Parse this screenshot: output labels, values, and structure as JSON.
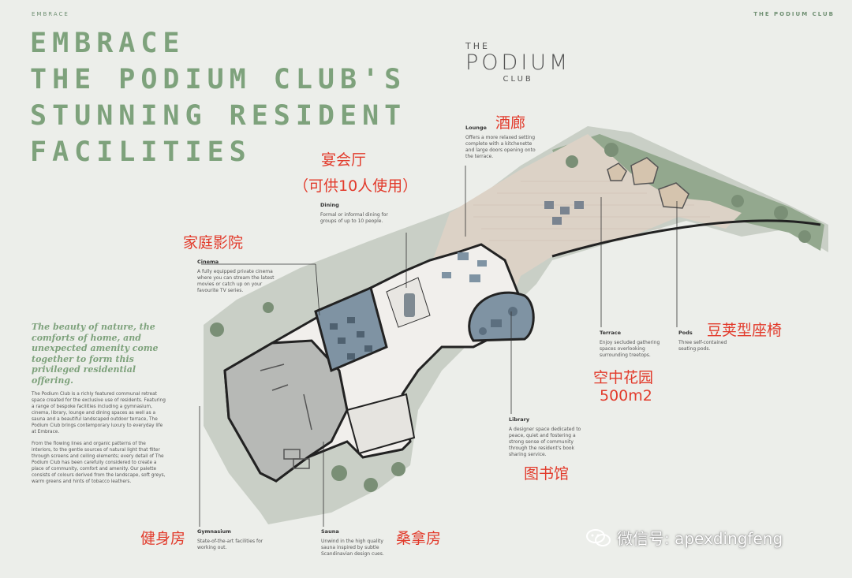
{
  "header": {
    "left_label": "EMBRACE",
    "right_label": "THE PODIUM CLUB"
  },
  "headline": [
    "EMBRACE",
    "THE PODIUM CLUB'S",
    "STUNNING RESIDENT",
    "FACILITIES"
  ],
  "logo": {
    "the": "THE",
    "name": "PODIUM",
    "club": "CLUB"
  },
  "intro": {
    "tagline": "The beauty of nature, the comforts of home, and unexpected amenity come together to form this privileged residential offering.",
    "para1": "The Podium Club is a richly featured communal retreat space created for the exclusive use of residents. Featuring a range of bespoke facilities including a gymnasium, cinema, library, lounge and dining spaces as well as a sauna and a beautiful landscaped outdoor terrace, The Podium Club brings contemporary luxury to everyday life at Embrace.",
    "para2": "From the flowing lines and organic patterns of the interiors, to the gentle sources of natural light that filter through screens and ceiling elements; every detail of The Podium Club has been carefully considered to create a place of community, comfort and amenity. Our palette consists of colours derived from the landscape, soft greys, warm greens and hints of tobacco leathers."
  },
  "facilities": {
    "lounge": {
      "title": "Lounge",
      "desc": "Offers a more relaxed setting complete with a kitchenette and large doors opening onto the terrace."
    },
    "dining": {
      "title": "Dining",
      "desc": "Formal or informal dining for groups of up to 10 people."
    },
    "cinema": {
      "title": "Cinema",
      "desc": "A fully equipped private cinema where you can stream the latest movies or catch up on your favourite TV series."
    },
    "terrace": {
      "title": "Terrace",
      "desc": "Enjoy secluded gathering spaces overlooking surrounding treetops."
    },
    "pods": {
      "title": "Pods",
      "desc": "Three self-contained seating pods."
    },
    "library": {
      "title": "Library",
      "desc": "A designer space dedicated to peace, quiet and fostering a strong sense of community through the resident's book sharing service."
    },
    "gymnasium": {
      "title": "Gymnasium",
      "desc": "State-of-the-art facilities for working out."
    },
    "sauna": {
      "title": "Sauna",
      "desc": "Unwind in the high quality sauna inspired by subtle Scandinavian design cues."
    }
  },
  "annotations": {
    "lounge": "酒廊",
    "dining_1": "宴会厅",
    "dining_2": "（可供10人使用）",
    "cinema": "家庭影院",
    "pods": "豆荚型座椅",
    "terrace_1": "空中花园",
    "terrace_2": "500m2",
    "library": "图书馆",
    "gym": "健身房",
    "sauna": "桑拿房"
  },
  "watermark": {
    "icon": "wechat-icon",
    "text": "微信号: apexdingfeng"
  },
  "colors": {
    "accent": "#7ea27c",
    "annotation": "#e23a2b",
    "background": "#eceeea",
    "room_blue": "#7f93a3",
    "gym_grey": "#b7b9b6"
  }
}
